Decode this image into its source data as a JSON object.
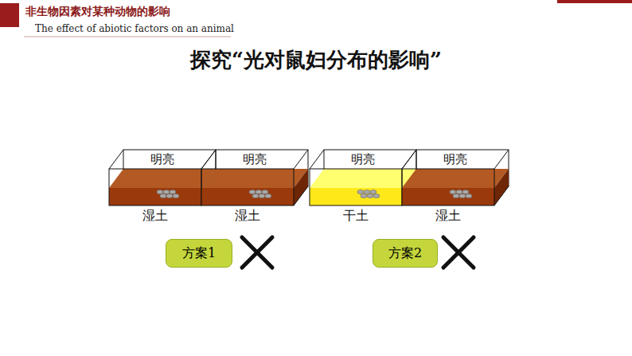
{
  "diagram": {
    "title": "探究“光对鼠妇分布的影响”",
    "nodes": [
      {
        "text": [
          "明亮",
          "湿土"
        ]
      },
      {
        "text": [
          "明亮",
          "湿土"
        ]
      },
      {
        "text": [
          "明亮",
          "干土"
        ]
      },
      {
        "text": [
          "明亮",
          "湿土"
        ]
      },
      {
        "text": [
          "方案1"
        ]
      },
      {
        "text": [
          "方案2"
        ]
      }
    ],
    "labels": [
      "非生物因素对某种动物的影响",
      "The effect of abiotic factors on an animal"
    ]
  }
}
